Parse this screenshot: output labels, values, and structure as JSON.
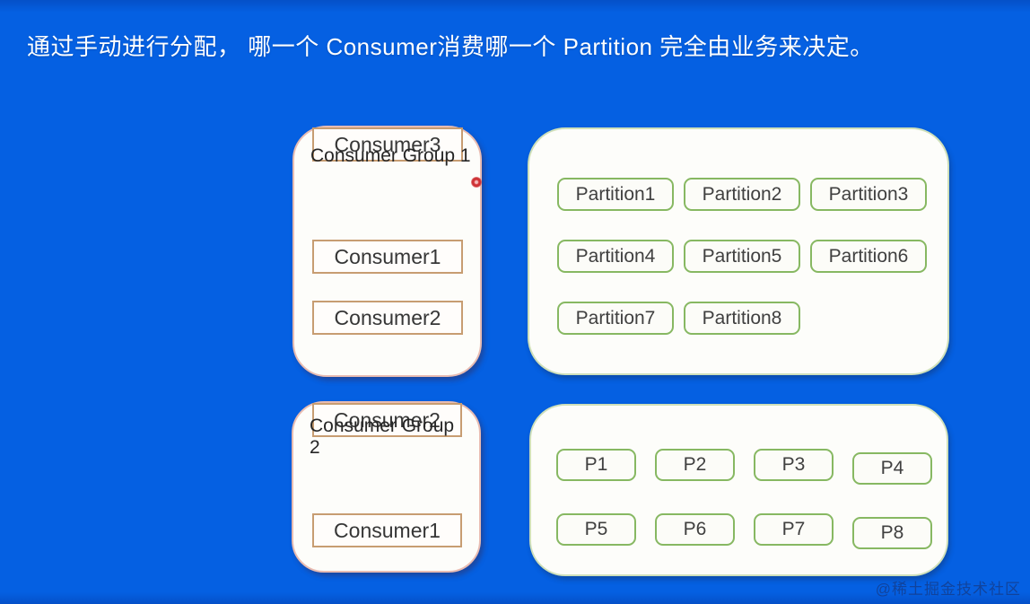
{
  "title": "通过手动进行分配， 哪一个 Consumer消费哪一个 Partition 完全由业务来决定。",
  "watermark": "@稀土掘金技术社区",
  "colors": {
    "background": "#0560E2",
    "container_bg": "#FDFDFA",
    "consumer_group_border": "#E8BCB2",
    "consumer_box_border": "#C79D72",
    "partition_container_border": "#CFE0BA",
    "partition_box_border": "#87B862",
    "title_text": "#FFFFFF",
    "box_text": "#363636",
    "pointer_dot": "#D5373B"
  },
  "groups": {
    "group1": {
      "label": "Consumer Group 1",
      "consumers": [
        {
          "label": "Consumer1"
        },
        {
          "label": "Consumer2"
        },
        {
          "label": "Consumer3"
        }
      ]
    },
    "group2": {
      "label": "Consumer Group 2",
      "consumers": [
        {
          "label": "Consumer1"
        },
        {
          "label": "Consumer2"
        }
      ]
    }
  },
  "partitions_top": {
    "items": [
      {
        "label": "Partition1"
      },
      {
        "label": "Partition2"
      },
      {
        "label": "Partition3"
      },
      {
        "label": "Partition4"
      },
      {
        "label": "Partition5"
      },
      {
        "label": "Partition6"
      },
      {
        "label": "Partition7"
      },
      {
        "label": "Partition8"
      }
    ]
  },
  "partitions_bottom": {
    "items": [
      {
        "label": "P1"
      },
      {
        "label": "P2"
      },
      {
        "label": "P3"
      },
      {
        "label": "P4"
      },
      {
        "label": "P5"
      },
      {
        "label": "P6"
      },
      {
        "label": "P7"
      },
      {
        "label": "P8"
      }
    ]
  }
}
